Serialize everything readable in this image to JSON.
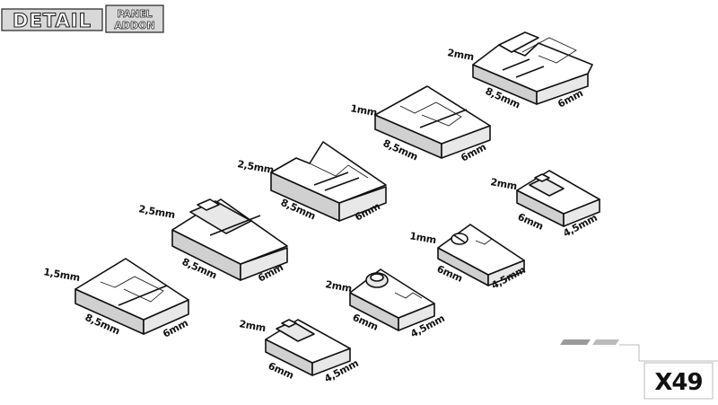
{
  "logo": {
    "word": "DETAIL",
    "sub1": "PANEL",
    "sub2": "ADDON"
  },
  "badge": {
    "code": "X49"
  },
  "pieces": [
    {
      "thickness": "2mm",
      "length": "8,5mm",
      "width": "6mm"
    },
    {
      "thickness": "1mm",
      "length": "8,5mm",
      "width": "6mm"
    },
    {
      "thickness": "2,5mm",
      "length": "8,5mm",
      "width": "6mm"
    },
    {
      "thickness": "2,5mm",
      "length": "8,5mm",
      "width": "6mm"
    },
    {
      "thickness": "1,5mm",
      "length": "8,5mm",
      "width": "6mm"
    },
    {
      "thickness": "2mm",
      "length": "6mm",
      "width": "4,5mm"
    },
    {
      "thickness": "1mm",
      "length": "6mm",
      "width": "4,5mm"
    },
    {
      "thickness": "2mm",
      "length": "6mm",
      "width": "4,5mm"
    },
    {
      "thickness": "2mm",
      "length": "6mm",
      "width": "4,5mm"
    }
  ],
  "colors": {
    "ink": "#111111",
    "background": "#ffffff",
    "shade": "#d0d0d0",
    "accent_gray": "#9a9a9a"
  }
}
